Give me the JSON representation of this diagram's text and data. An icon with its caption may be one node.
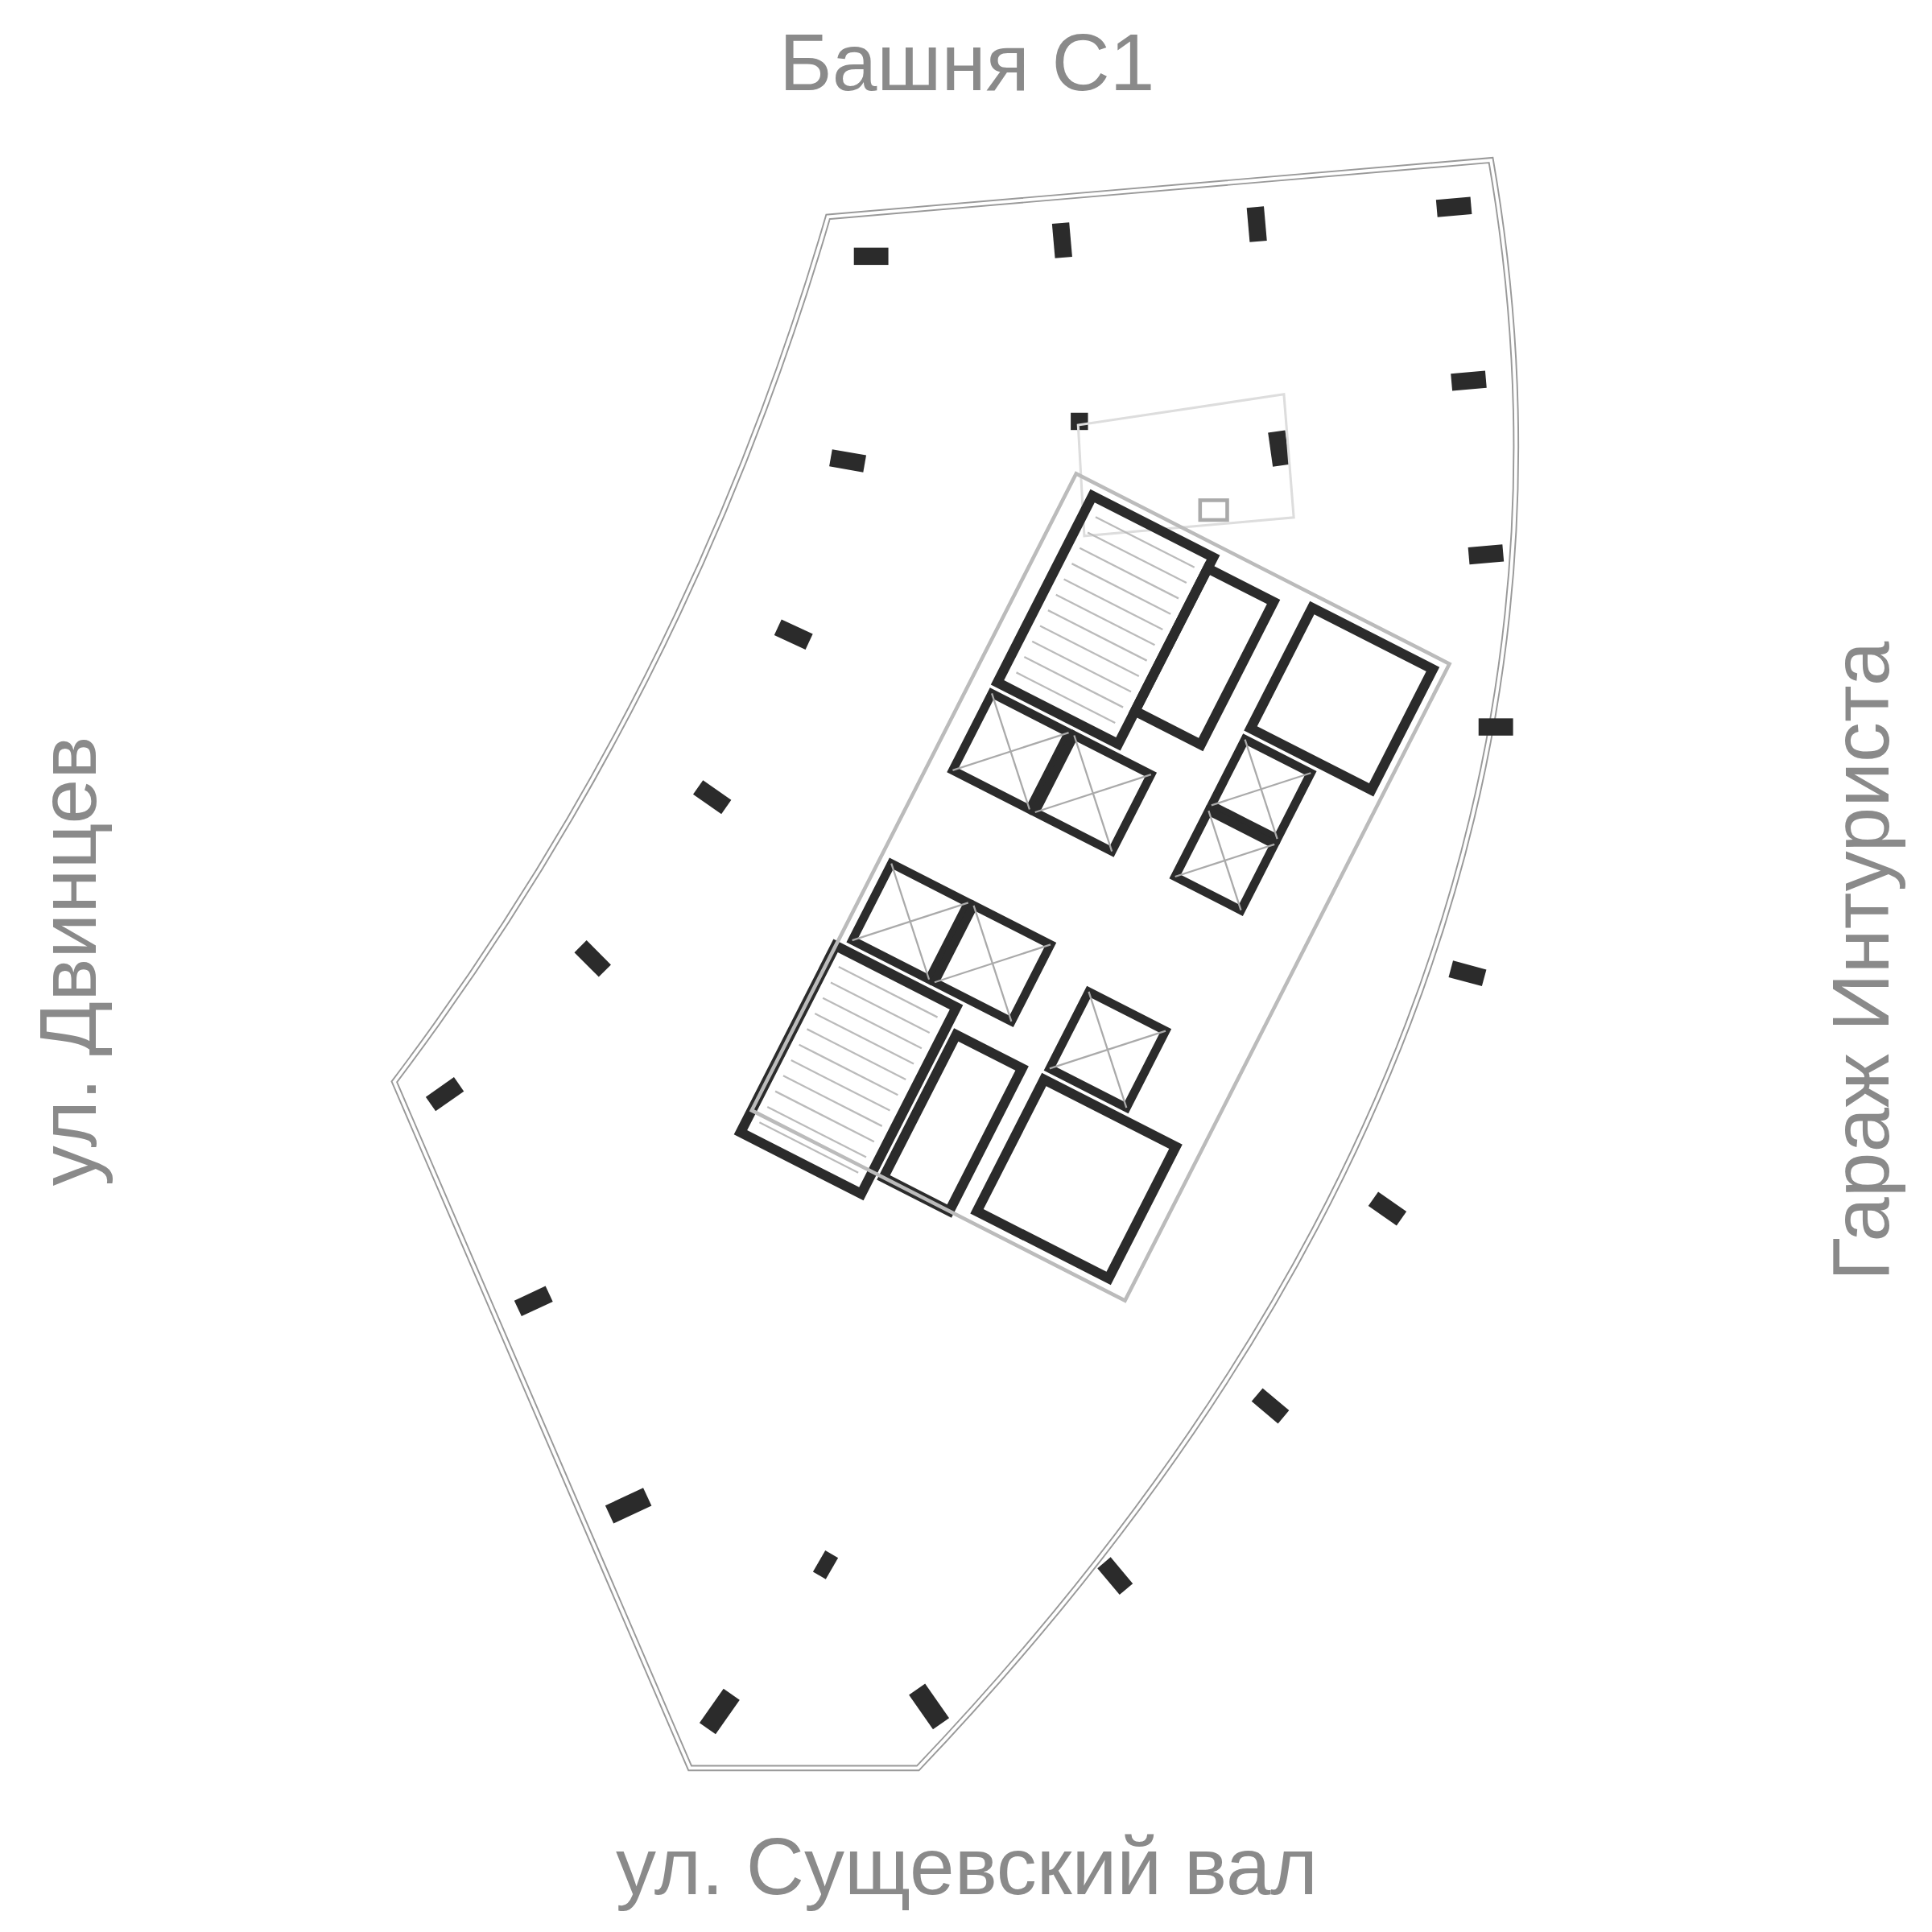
{
  "diagram": {
    "labels": [
      "Башня С1",
      "ул. Двинцев",
      "Гараж Интуриста",
      "ул. Сущевский вал"
    ]
  }
}
